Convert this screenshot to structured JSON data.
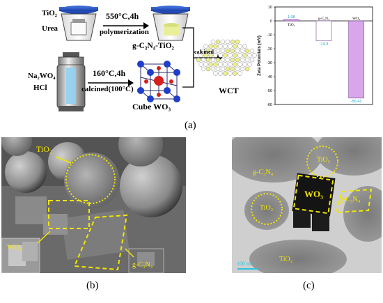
{
  "panel_a": {
    "label": "(a)",
    "tio2": "TiO₂",
    "urea": "Urea",
    "arrow1_top": "550°C,4h",
    "arrow1_bottom": "polymerization",
    "gcn_tio2": "g-C₃N₄-TiO₂",
    "na2wo4": "Na₂WO₄",
    "hcl": "HCl",
    "arrow2_top": "160°C,4h",
    "arrow2_bottom": "calcined(100°C)",
    "cube_wo3": "Cube WO₃",
    "calcined": "calcined",
    "wct": "WCT"
  },
  "chart_data": {
    "type": "bar",
    "categories": [
      "TiO₂",
      "g-C₃N₄",
      "WO₃"
    ],
    "values": [
      1.08,
      -14.3,
      -55.41
    ],
    "value_labels": [
      "1.08",
      "-14.3",
      "-55.41"
    ],
    "ylabel": "Zeta Potentials (mV)",
    "ylim": [
      -60,
      10
    ],
    "yticks": [
      "10",
      "0",
      "-10",
      "-20",
      "-30",
      "-40",
      "-50",
      "-60"
    ],
    "colors": [
      "#d9a6ec",
      "#ffffff",
      "#d9a6ec"
    ]
  },
  "panel_b": {
    "label": "(b)",
    "tio2": "TiO₂",
    "wo3": "WO₃",
    "gcn": "g-C₃N₄"
  },
  "panel_c": {
    "label": "(c)",
    "gcn_top": "g-C₃N₄",
    "tio2_top": "TiO₂",
    "wo3": "WO₃",
    "gcn_right": "g-C₃N₄",
    "tio2_left": "TiO₂",
    "tio2_bottom": "TiO₂",
    "scale": "100 nm"
  },
  "colors": {
    "annot": "#f3e600",
    "bar": "#d9a6ec",
    "scale": "#27c4e0"
  }
}
